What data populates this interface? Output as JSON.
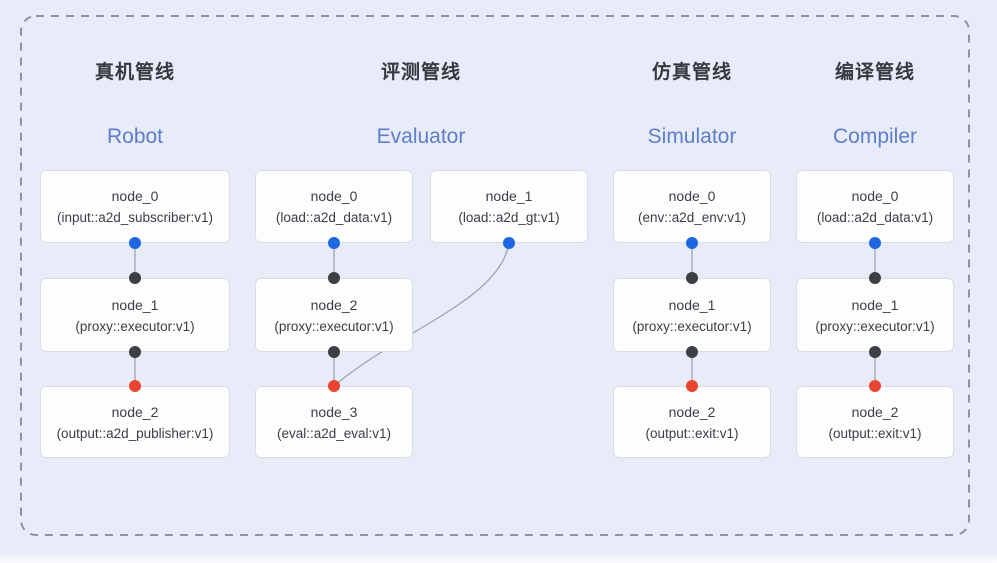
{
  "diagram": {
    "pipelines": [
      {
        "title_zh": "真机管线",
        "title_en": "Robot",
        "nodes": [
          {
            "name": "node_0",
            "type": "(input::a2d_subscriber:v1)"
          },
          {
            "name": "node_1",
            "type": "(proxy::executor:v1)"
          },
          {
            "name": "node_2",
            "type": "(output::a2d_publisher:v1)"
          }
        ]
      },
      {
        "title_zh": "评测管线",
        "title_en": "Evaluator",
        "nodes": [
          {
            "name": "node_0",
            "type": "(load::a2d_data:v1)"
          },
          {
            "name": "node_1",
            "type": "(load::a2d_gt:v1)"
          },
          {
            "name": "node_2",
            "type": "(proxy::executor:v1)"
          },
          {
            "name": "node_3",
            "type": "(eval::a2d_eval:v1)"
          }
        ]
      },
      {
        "title_zh": "仿真管线",
        "title_en": "Simulator",
        "nodes": [
          {
            "name": "node_0",
            "type": "(env::a2d_env:v1)"
          },
          {
            "name": "node_1",
            "type": "(proxy::executor:v1)"
          },
          {
            "name": "node_2",
            "type": "(output::exit:v1)"
          }
        ]
      },
      {
        "title_zh": "编译管线",
        "title_en": "Compiler",
        "nodes": [
          {
            "name": "node_0",
            "type": "(load::a2d_data:v1)"
          },
          {
            "name": "node_1",
            "type": "(proxy::executor:v1)"
          },
          {
            "name": "node_2",
            "type": "(output::exit:v1)"
          }
        ]
      }
    ],
    "colors": {
      "background": "#e8ecf8",
      "dashed_border": "#8e949e",
      "node_background": "#fdfdfe",
      "node_border": "#d9dde4",
      "title_zh_color": "#353942",
      "title_en_color": "#5d7ec9",
      "node_text_color": "#3a3e45",
      "edge_color": "#9ba3b1",
      "port_source_blue": "#1d68e0",
      "port_intermediate_black": "#3c3f43",
      "port_sink_red": "#e94531"
    }
  }
}
